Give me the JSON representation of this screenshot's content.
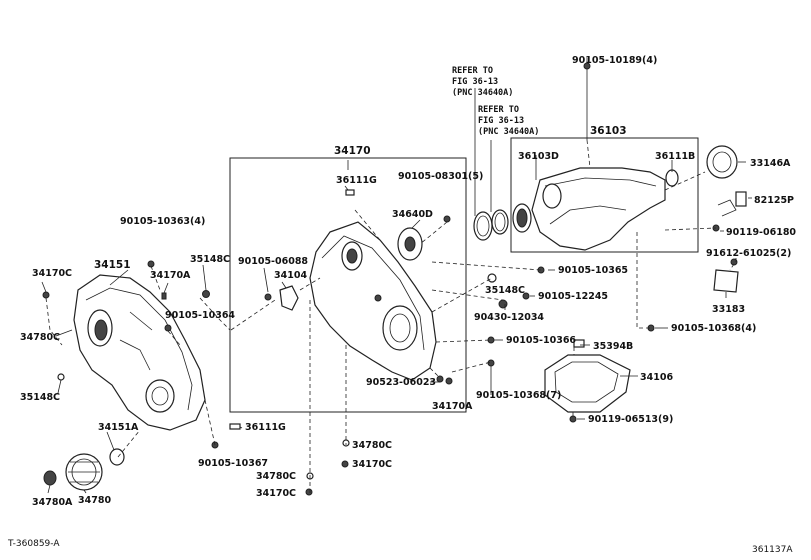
{
  "footer": {
    "left_code": "T-360859-A",
    "right_code": "361137A"
  },
  "callouts": {
    "c_90105_10189": "90105-10189(4)",
    "c_refer1_l1": "REFER TO",
    "c_refer1_l2": "FIG 36-13",
    "c_refer1_l3": "(PNC 34640A)",
    "c_refer2_l1": "REFER TO",
    "c_refer2_l2": "FIG 36-13",
    "c_refer2_l3": "(PNC 34640A)",
    "c_36103": "36103",
    "c_36103D": "36103D",
    "c_36111B": "36111B",
    "c_33146A": "33146A",
    "c_82125P": "82125P",
    "c_90119_06180": "90119-06180",
    "c_91612_61025": "91612-61025(2)",
    "c_33183": "33183",
    "c_34170": "34170",
    "c_36111G_top": "36111G",
    "c_90105_08301": "90105-08301(5)",
    "c_34640D": "34640D",
    "c_90105_06088": "90105-06088",
    "c_34104": "34104",
    "c_90105_10365": "90105-10365",
    "c_35148C_mid": "35148C",
    "c_90105_12245": "90105-12245",
    "c_90430_12034": "90430-12034",
    "c_90105_10368_4": "90105-10368(4)",
    "c_90105_10366": "90105-10366",
    "c_35394B": "35394B",
    "c_34106": "34106",
    "c_90523_06023": "90523-06023",
    "c_90105_10368_7": "90105-10368(7)",
    "c_34170A_mid": "34170A",
    "c_90119_06513": "90119-06513(9)",
    "c_90105_10363": "90105-10363(4)",
    "c_34170C_left": "34170C",
    "c_34151": "34151",
    "c_34170A_left": "34170A",
    "c_35148C_left": "35148C",
    "c_90105_10364": "90105-10364",
    "c_34780C_left": "34780C",
    "c_35148C_bottom": "35148C",
    "c_36111G_bottom": "36111G",
    "c_90105_10367": "90105-10367",
    "c_34151A": "34151A",
    "c_34780C_mid": "34780C",
    "c_34170C_mid": "34170C",
    "c_34780C_low": "34780C",
    "c_34170C_low": "34170C",
    "c_34780A": "34780A",
    "c_34780": "34780"
  }
}
